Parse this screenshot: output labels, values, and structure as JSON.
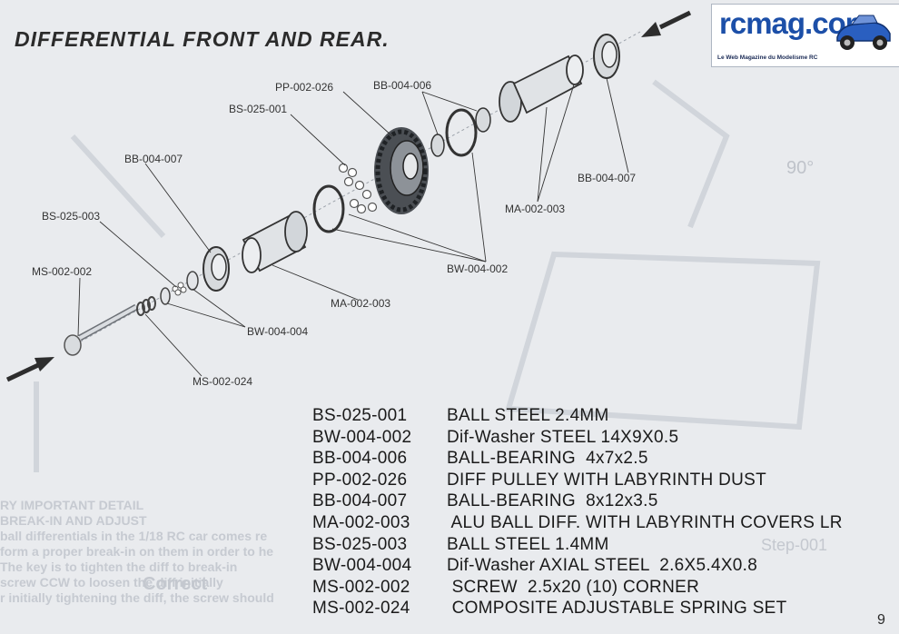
{
  "page": {
    "title": "DIFFERENTIAL  FRONT AND REAR.",
    "page_number": "9"
  },
  "logo": {
    "name": "rcmag.com",
    "tagline": "Le Web Magazine du Modelisme RC"
  },
  "callouts": [
    {
      "code": "PP-002-026"
    },
    {
      "code": "BB-004-006"
    },
    {
      "code": "BS-025-001"
    },
    {
      "code": "BB-004-007"
    },
    {
      "code": "BB-004-007"
    },
    {
      "code": "MA-002-003"
    },
    {
      "code": "BS-025-003"
    },
    {
      "code": "BW-004-002"
    },
    {
      "code": "MS-002-002"
    },
    {
      "code": "MA-002-003"
    },
    {
      "code": "BW-004-004"
    },
    {
      "code": "MS-002-024"
    }
  ],
  "parts": [
    {
      "code": "BS-025-001",
      "desc": "BALL STEEL 2.4MM"
    },
    {
      "code": "BW-004-002",
      "desc": "Dif-Washer STEEL 14X9X0.5"
    },
    {
      "code": "BB-004-006",
      "desc": "BALL-BEARING  4x7x2.5"
    },
    {
      "code": "PP-002-026",
      "desc": "DIFF PULLEY WITH LABYRINTH DUST"
    },
    {
      "code": "BB-004-007",
      "desc": "BALL-BEARING  8x12x3.5"
    },
    {
      "code": "MA-002-003",
      "desc": " ALU BALL DIFF. WITH LABYRINTH COVERS LR"
    },
    {
      "code": "BS-025-003",
      "desc": "BALL STEEL 1.4MM"
    },
    {
      "code": "BW-004-004",
      "desc": "Dif-Washer AXIAL STEEL  2.6X5.4X0.8"
    },
    {
      "code": "MS-002-002",
      "desc": " SCREW  2.5x20 (10) CORNER"
    },
    {
      "code": "MS-002-024",
      "desc": " COMPOSITE ADJUSTABLE SPRING SET"
    }
  ],
  "background_text": {
    "step": "Step-001",
    "correct": "Correct",
    "angle": "90°",
    "lines": [
      "RY IMPORTANT DETAIL",
      "BREAK-IN AND ADJUST",
      "ball differentials in the 1/18 RC car comes re",
      "form a proper break-in on them in order to he",
      "The key is to tighten the diff to break-in",
      "screw CCW to loosen the diff initially",
      "r initially tightening the diff, the screw should"
    ]
  }
}
